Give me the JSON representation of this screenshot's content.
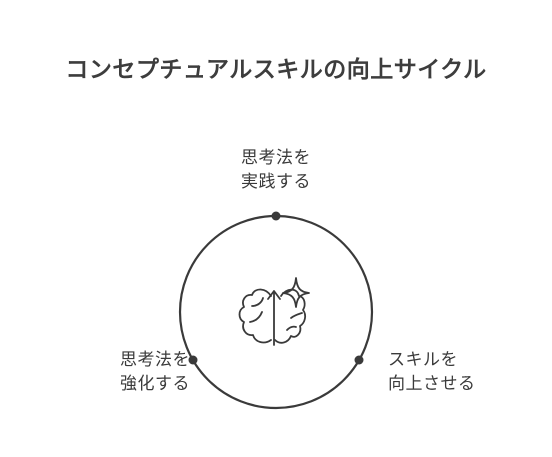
{
  "title": "コンセプチュアルスキルの向上サイクル",
  "nodes": [
    {
      "id": "top",
      "line1": "思考法を",
      "line2": "実践する"
    },
    {
      "id": "right",
      "line1": "スキルを",
      "line2": "向上させる"
    },
    {
      "id": "left",
      "line1": "思考法を",
      "line2": "強化する"
    }
  ],
  "center_icon": "brain-sparkle-icon",
  "colors": {
    "stroke": "#3a3a3a",
    "text": "#3a3a3a",
    "background": "#ffffff"
  }
}
